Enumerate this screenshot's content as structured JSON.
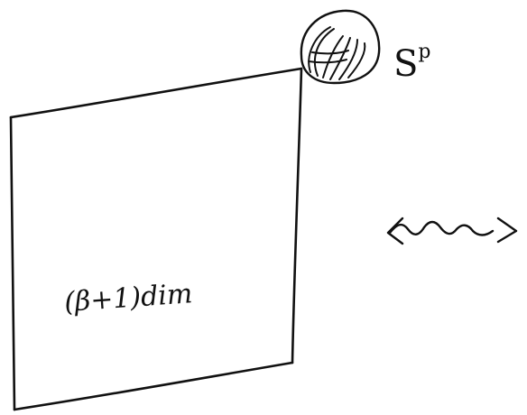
{
  "diagram": {
    "brane_label": "(β+1)dim",
    "sphere_label_base": "S",
    "sphere_label_superscript": "p",
    "arrow_symbol": "wavy-double-arrow",
    "ink_color": "#111111",
    "background_color": "#ffffff"
  }
}
